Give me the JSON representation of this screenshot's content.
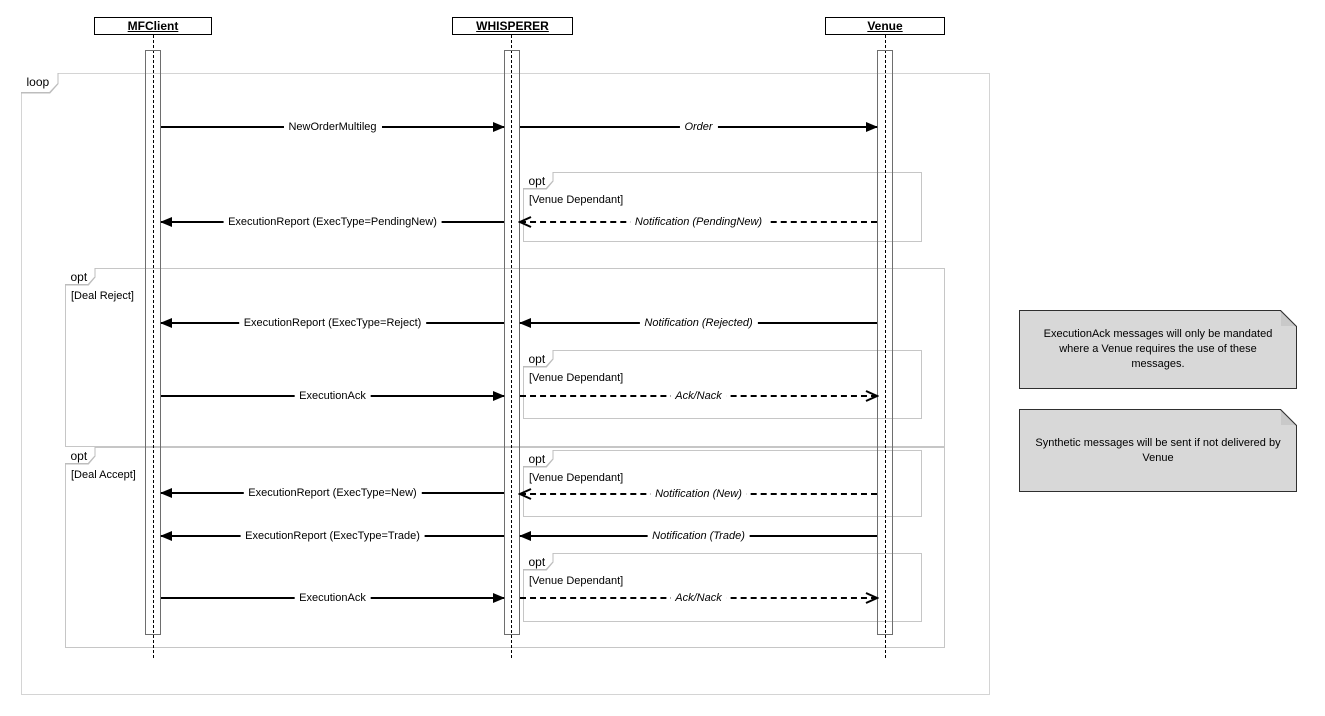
{
  "actors": [
    {
      "label": "MFClient"
    },
    {
      "label": "WHISPERER"
    },
    {
      "label": "Venue"
    }
  ],
  "fragments": [
    {
      "operator": "loop",
      "guard": ""
    },
    {
      "operator": "opt",
      "guard": "[Venue Dependant]"
    },
    {
      "operator": "opt",
      "guard": "[Deal Reject]"
    },
    {
      "operator": "opt",
      "guard": "[Venue Dependant]"
    },
    {
      "operator": "opt",
      "guard": "[Deal Accept]"
    },
    {
      "operator": "opt",
      "guard": "[Venue Dependant]"
    },
    {
      "operator": "opt",
      "guard": "[Venue Dependant]"
    }
  ],
  "messages": [
    {
      "label": "NewOrderMultileg",
      "from": "MFClient",
      "to": "WHISPERER",
      "line": "solid",
      "italic": false
    },
    {
      "label": "Order",
      "from": "WHISPERER",
      "to": "Venue",
      "line": "solid",
      "italic": true
    },
    {
      "label": "Notification (PendingNew)",
      "from": "Venue",
      "to": "WHISPERER",
      "line": "dashed",
      "italic": true
    },
    {
      "label": "ExecutionReport (ExecType=PendingNew)",
      "from": "WHISPERER",
      "to": "MFClient",
      "line": "solid",
      "italic": false
    },
    {
      "label": "Notification (Rejected)",
      "from": "Venue",
      "to": "WHISPERER",
      "line": "solid",
      "italic": true
    },
    {
      "label": "ExecutionReport (ExecType=Reject)",
      "from": "WHISPERER",
      "to": "MFClient",
      "line": "solid",
      "italic": false
    },
    {
      "label": "Ack/Nack",
      "from": "WHISPERER",
      "to": "Venue",
      "line": "dashed",
      "italic": true
    },
    {
      "label": "ExecutionAck",
      "from": "MFClient",
      "to": "WHISPERER",
      "line": "solid",
      "italic": false
    },
    {
      "label": "Notification (New)",
      "from": "Venue",
      "to": "WHISPERER",
      "line": "dashed",
      "italic": true
    },
    {
      "label": "ExecutionReport (ExecType=New)",
      "from": "WHISPERER",
      "to": "MFClient",
      "line": "solid",
      "italic": false
    },
    {
      "label": "Notification (Trade)",
      "from": "Venue",
      "to": "WHISPERER",
      "line": "solid",
      "italic": true
    },
    {
      "label": "ExecutionReport (ExecType=Trade)",
      "from": "WHISPERER",
      "to": "MFClient",
      "line": "solid",
      "italic": false
    },
    {
      "label": "Ack/Nack",
      "from": "WHISPERER",
      "to": "Venue",
      "line": "dashed",
      "italic": true
    },
    {
      "label": "ExecutionAck",
      "from": "MFClient",
      "to": "WHISPERER",
      "line": "solid",
      "italic": false
    }
  ],
  "notes": [
    {
      "text": "ExecutionAck messages will only be mandated where a Venue requires the use of these messages."
    },
    {
      "text": "Synthetic messages will be sent if not delivered by Venue"
    }
  ],
  "colors": {
    "frame_border": "#c6c6c6",
    "loop_border": "#d4d4d4",
    "note_background": "#d8d8d8",
    "message_line": "#000000",
    "activation_border": "#6e6e6e"
  }
}
